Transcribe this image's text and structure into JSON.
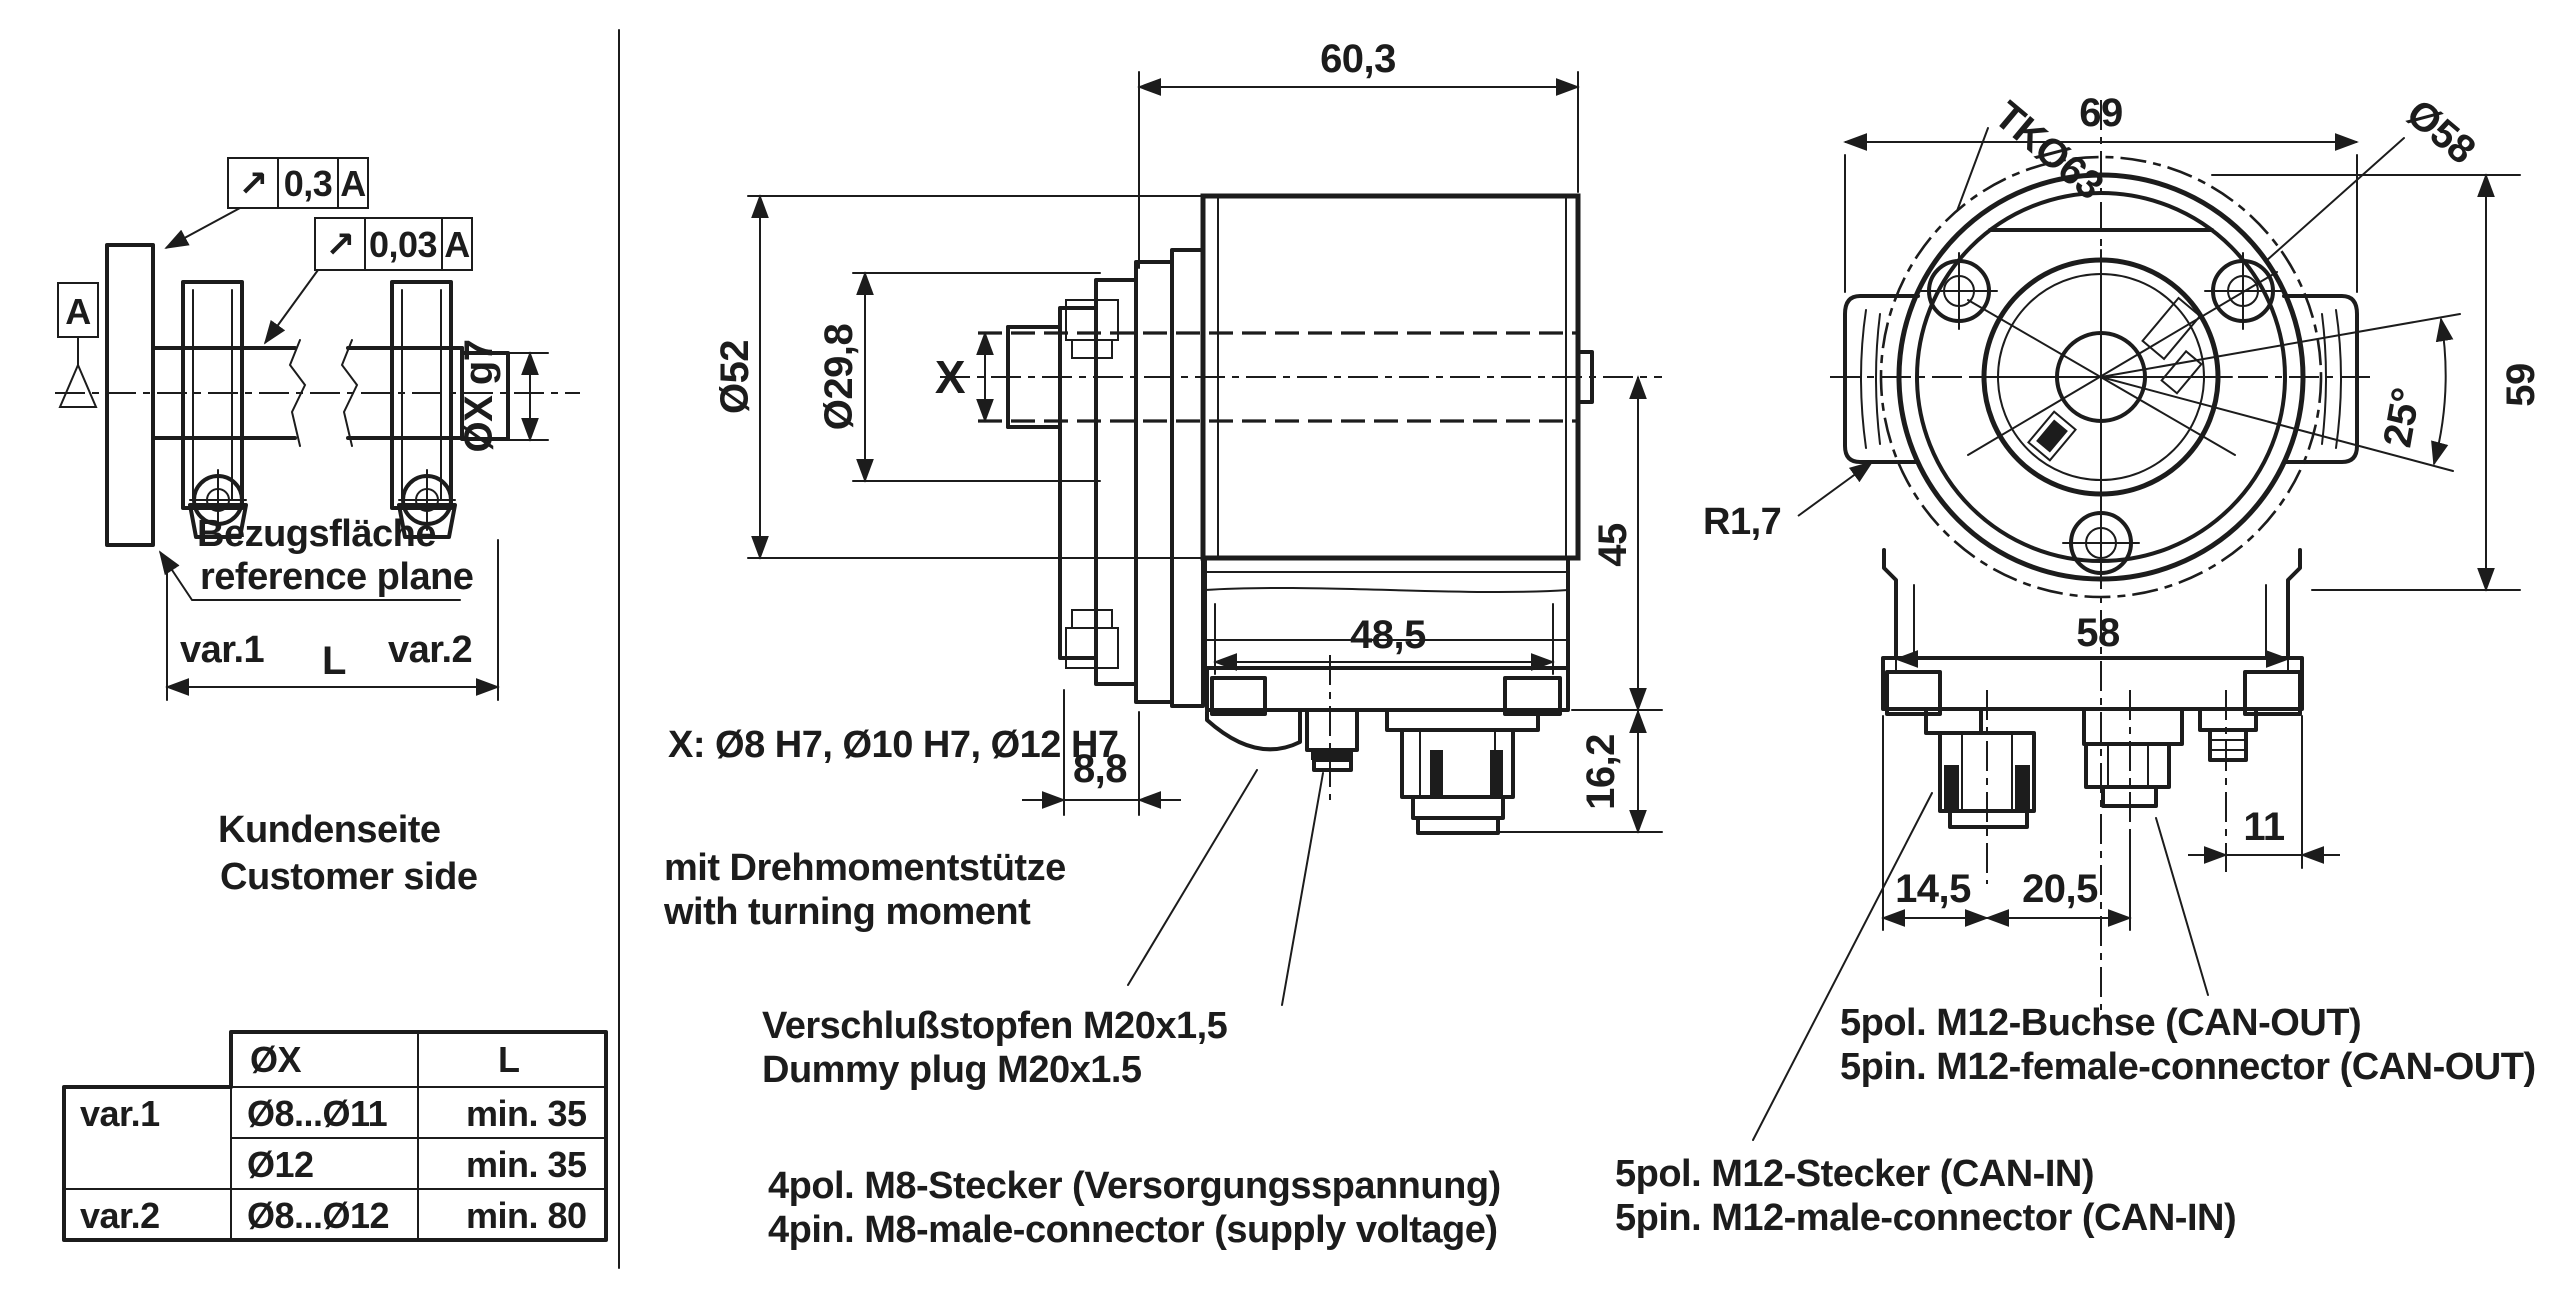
{
  "drawing": {
    "title_hint": "encoder dimensional drawing",
    "colors": {
      "ink": "#1c1c1c",
      "paper": "#ffffff"
    },
    "left": {
      "datum_label": "A",
      "tol1_symbol": "↗",
      "tol1_value": "0,3",
      "tol1_datum": "A",
      "tol2_symbol": "↗",
      "tol2_value": "0,03",
      "tol2_datum": "A",
      "shaft_dim": "ØX g7",
      "ref_plane_de": "Bezugsfläche",
      "ref_plane_en": "reference plane",
      "var1": "var.1",
      "length_label": "L",
      "var2": "var.2",
      "side_de": "Kundenseite",
      "side_en": "Customer side",
      "table": {
        "col_x": "ØX",
        "col_l": "L",
        "rows": [
          {
            "var": "var.1",
            "x": "Ø8...Ø11",
            "l": "min. 35"
          },
          {
            "var": "",
            "x": "Ø12",
            "l": "min. 35"
          },
          {
            "var": "var.2",
            "x": "Ø8...Ø12",
            "l": "min. 80"
          }
        ]
      }
    },
    "middle": {
      "dim_width": "60,3",
      "dim_d52": "Ø52",
      "dim_d298": "Ø29,8",
      "dim_x": "X",
      "dim_88": "8,8",
      "dim_485": "48,5",
      "dim_45": "45",
      "dim_162": "16,2",
      "note_x": "X: Ø8 H7, Ø10 H7, Ø12 H7",
      "note_torque_de": "mit Drehmomentstütze",
      "note_torque_en": "with turning moment",
      "note_plug_de": "Verschlußstopfen M20x1,5",
      "note_plug_en": "Dummy plug M20x1.5",
      "note_m8_de": "4pol. M8-Stecker (Versorgungsspannung)",
      "note_m8_en": "4pin. M8-male-connector (supply voltage)"
    },
    "right": {
      "dim_69": "69",
      "label_tk": "TKØ63",
      "label_d58": "Ø58",
      "dim_25": "25°",
      "dim_59": "59",
      "label_r17": "R1,7",
      "dim_58": "58",
      "dim_11": "11",
      "dim_145": "14,5",
      "dim_205": "20,5",
      "note_canout_de": "5pol. M12-Buchse (CAN-OUT)",
      "note_canout_en": "5pin. M12-female-connector (CAN-OUT)",
      "note_canin_de": "5pol. M12-Stecker (CAN-IN)",
      "note_canin_en": "5pin. M12-male-connector (CAN-IN)"
    }
  }
}
